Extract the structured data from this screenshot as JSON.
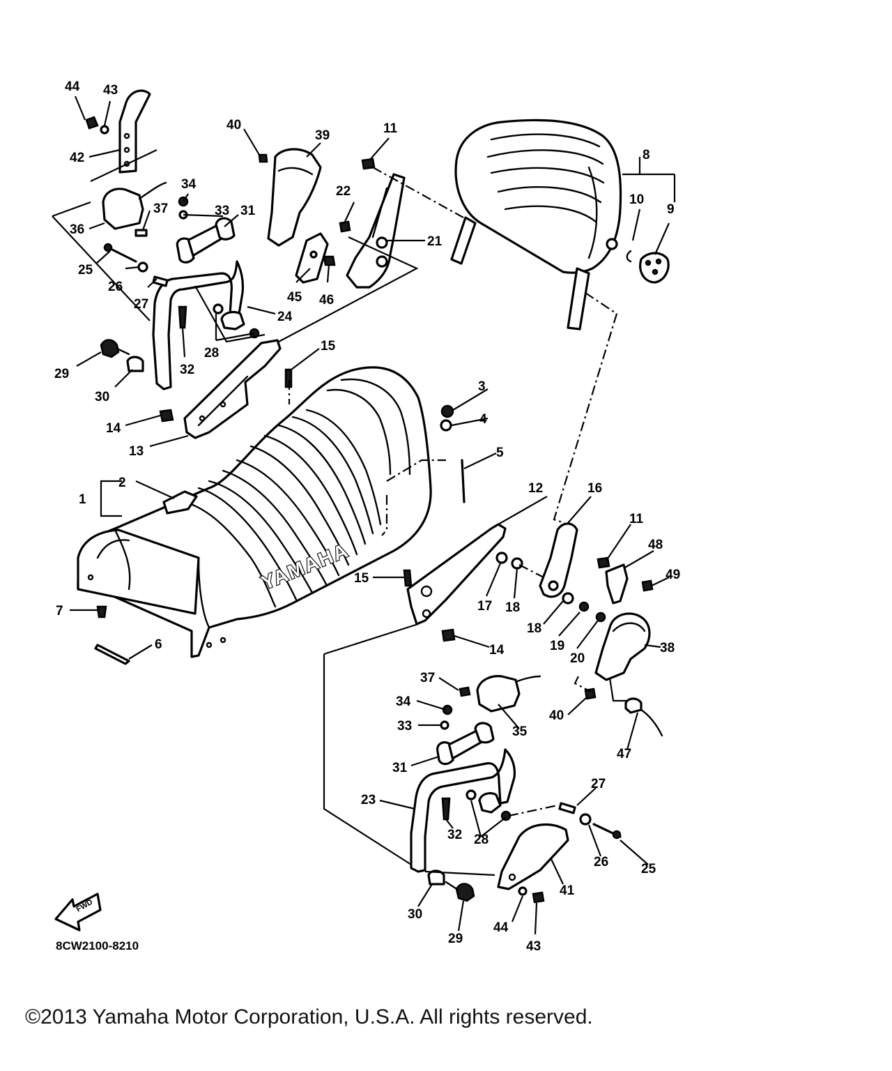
{
  "diagram_code": "8CW2100-8210",
  "fwd_label": "FWD",
  "seat_brand": "YAMAHA",
  "copyright": "©2013 Yamaha Motor Corporation, U.S.A. All rights reserved.",
  "callouts": [
    "1",
    "2",
    "3",
    "4",
    "5",
    "6",
    "7",
    "8",
    "9",
    "10",
    "11",
    "12",
    "13",
    "14",
    "15",
    "16",
    "17",
    "18",
    "19",
    "20",
    "21",
    "22",
    "23",
    "24",
    "25",
    "26",
    "27",
    "28",
    "29",
    "30",
    "31",
    "32",
    "33",
    "34",
    "35",
    "36",
    "37",
    "38",
    "39",
    "40",
    "41",
    "42",
    "43",
    "44",
    "45",
    "46",
    "47",
    "48",
    "49"
  ]
}
